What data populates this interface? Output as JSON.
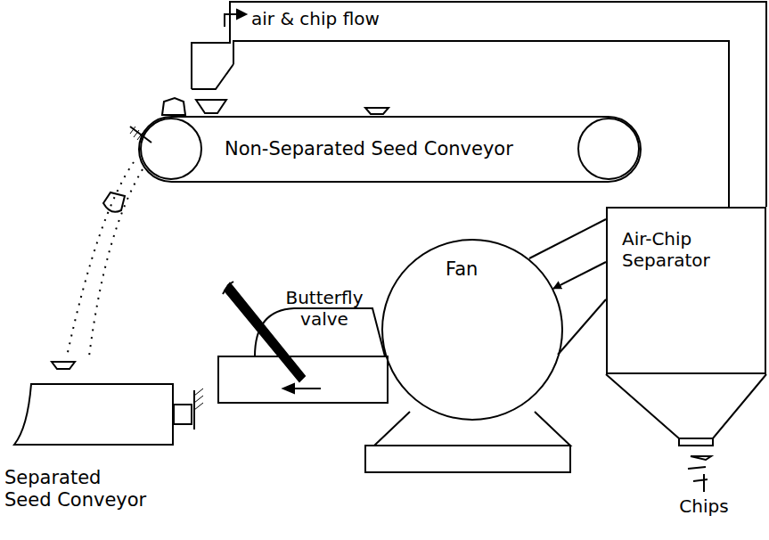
{
  "diagram": {
    "nodes": [
      {
        "text": [
          "Non-Separated Seed Conveyor"
        ]
      },
      {
        "text": [
          "Air-Chip Separator"
        ]
      },
      {
        "text": [
          "Fan"
        ]
      },
      {
        "text": [
          "Separated Seed Conveyor"
        ]
      }
    ],
    "edges": [
      {
        "from": 1,
        "to": 2,
        "arrow": "to"
      }
    ],
    "labels": [
      "air & chip flow",
      "Butterfly valve",
      "Chips"
    ]
  }
}
